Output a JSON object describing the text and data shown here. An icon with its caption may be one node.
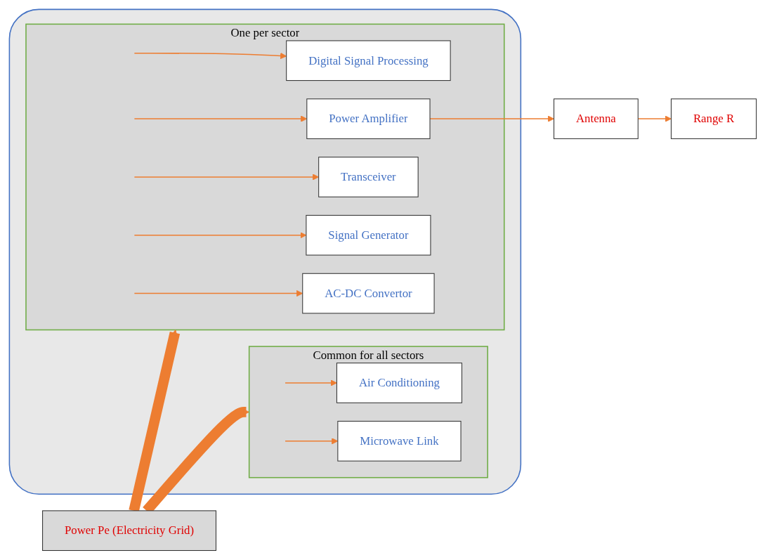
{
  "diagram": {
    "nodes": [
      {
        "text": [
          "Power Pe (Electricity Grid)"
        ]
      },
      {
        "text": [],
        "shape": "box"
      },
      {
        "text": [
          "Common for all sectors"
        ],
        "in": 1
      },
      {
        "text": [
          "Air Conditioning"
        ],
        "in": 2
      },
      {
        "text": [
          "Microwave Link"
        ],
        "in": 2
      },
      {
        "text": [
          "One per sector"
        ],
        "in": 1
      },
      {
        "text": [
          "Digital Signal Processing"
        ],
        "in": 5
      },
      {
        "text": [
          "Power Amplifier"
        ],
        "in": 5
      },
      {
        "text": [
          "Transceiver"
        ],
        "in": 5
      },
      {
        "text": [
          "Signal Generator"
        ],
        "in": 5
      },
      {
        "text": [
          "AC-DC Convertor"
        ],
        "in": 5
      },
      {
        "text": [
          "Antenna"
        ]
      },
      {
        "text": [
          "Range R"
        ]
      }
    ],
    "edges": [
      {
        "from": 0,
        "to": 2,
        "arrow": "to",
        "style": "thick"
      },
      {
        "from": 0,
        "to": 5,
        "arrow": "to",
        "style": "thick"
      },
      {
        "from": null,
        "to": 3,
        "arrow": "to"
      },
      {
        "from": null,
        "to": 4,
        "arrow": "to"
      },
      {
        "from": null,
        "to": 6,
        "arrow": "to"
      },
      {
        "from": null,
        "to": 7,
        "arrow": "to"
      },
      {
        "from": null,
        "to": 8,
        "arrow": "to"
      },
      {
        "from": null,
        "to": 9,
        "arrow": "to"
      },
      {
        "from": null,
        "to": 10,
        "arrow": "to"
      },
      {
        "from": 7,
        "to": 11,
        "arrow": "to"
      },
      {
        "from": 11,
        "to": 12,
        "arrow": "to"
      }
    ]
  }
}
